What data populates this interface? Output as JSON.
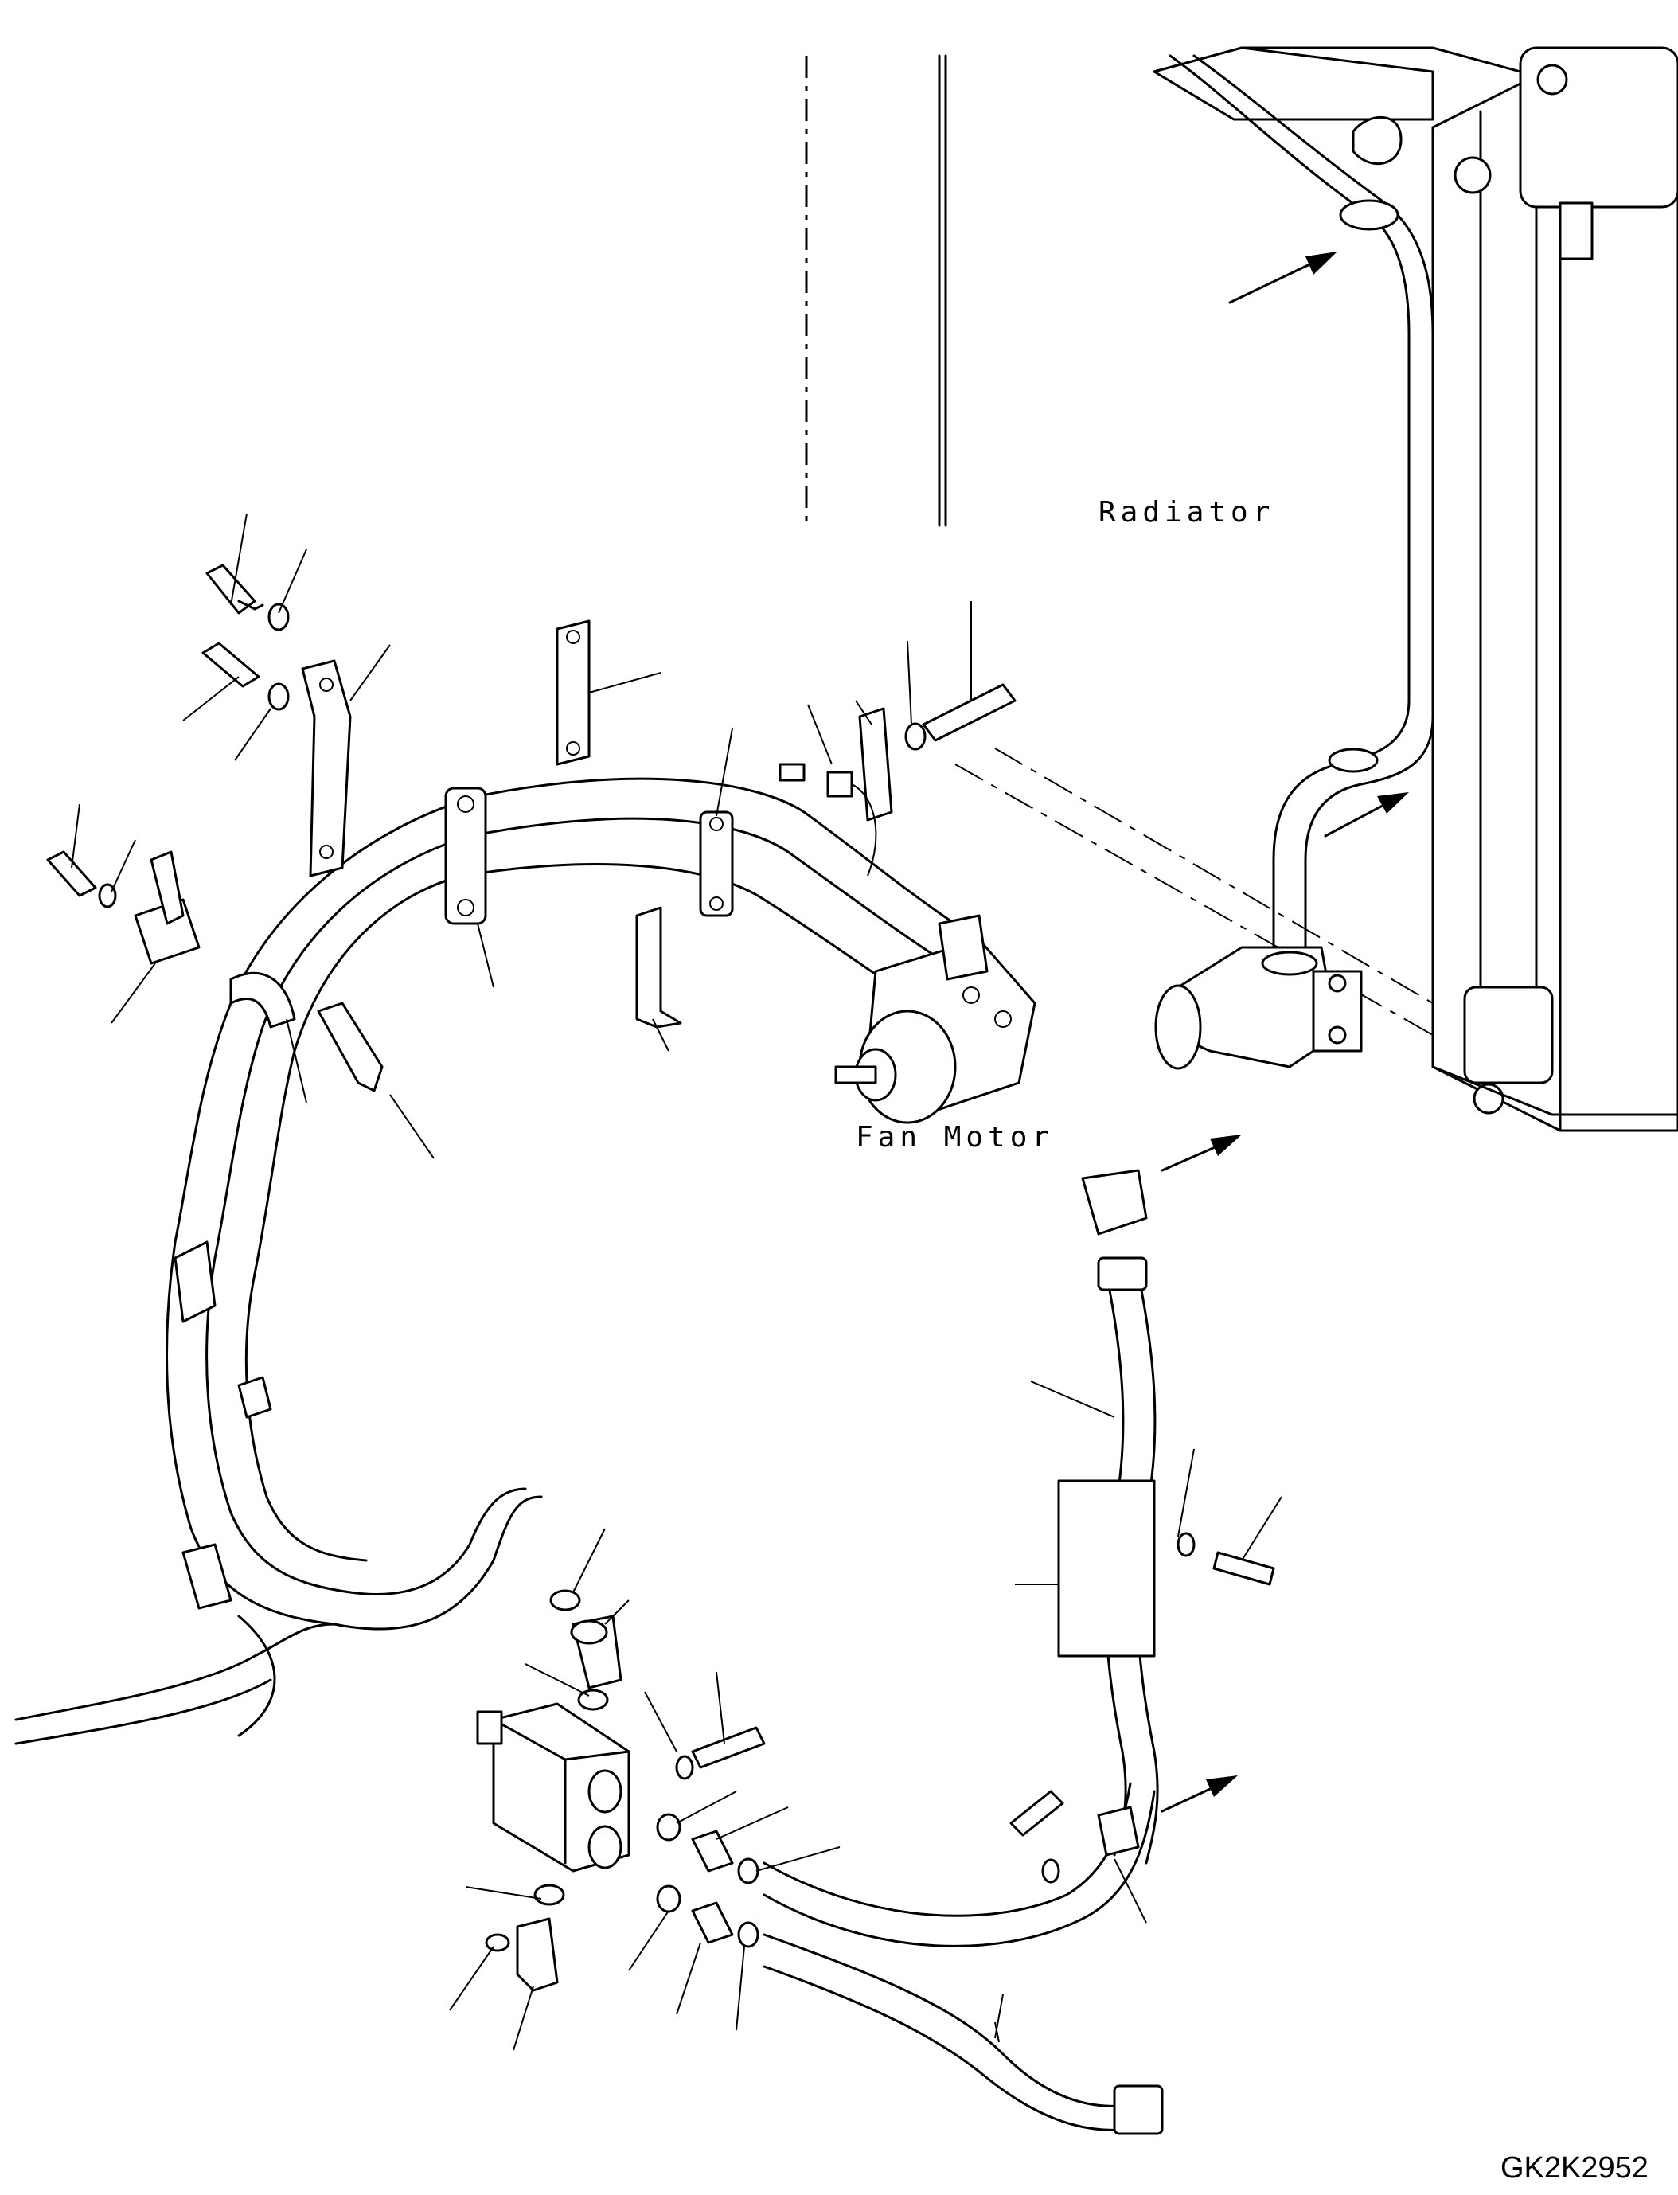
{
  "labels": {
    "radiator": "Radiator",
    "fan_motor": "Fan Motor",
    "drawing_code": "GK2K2952"
  }
}
